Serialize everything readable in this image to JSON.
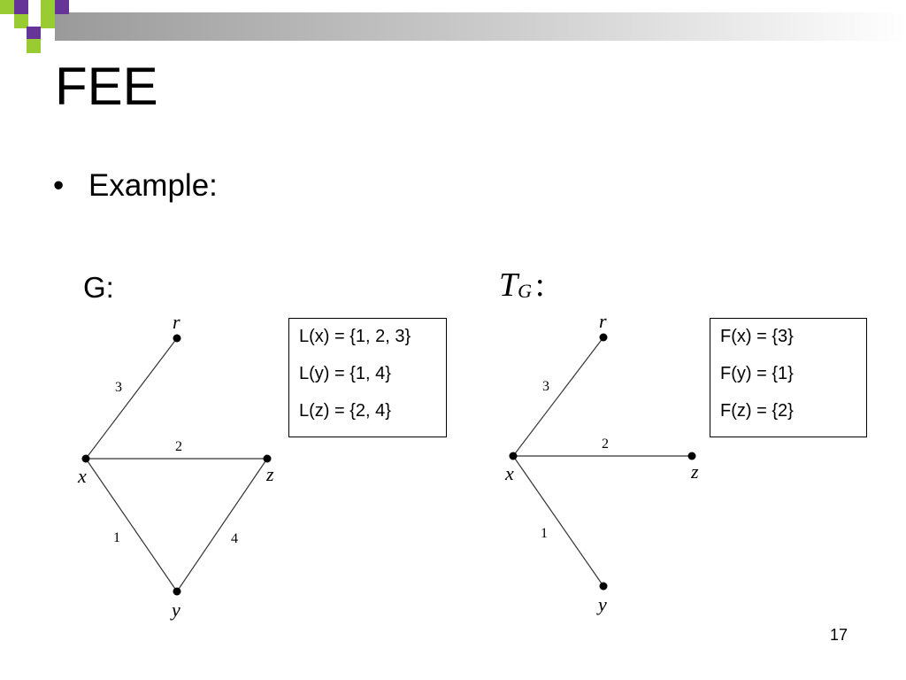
{
  "slide": {
    "title": "FEE",
    "bullet": "Example:",
    "page_number": "17"
  },
  "graph_g": {
    "label": "G:",
    "vertices": [
      "r",
      "x",
      "y",
      "z"
    ],
    "edges": [
      {
        "from": "x",
        "to": "r",
        "label": "3"
      },
      {
        "from": "x",
        "to": "z",
        "label": "2"
      },
      {
        "from": "x",
        "to": "y",
        "label": "1"
      },
      {
        "from": "y",
        "to": "z",
        "label": "4"
      }
    ]
  },
  "graph_tg": {
    "label_main": "T",
    "label_sub": "G",
    "label_colon": ":",
    "vertices": [
      "r",
      "x",
      "y",
      "z"
    ],
    "edges": [
      {
        "from": "x",
        "to": "r",
        "label": "3"
      },
      {
        "from": "x",
        "to": "z",
        "label": "2"
      },
      {
        "from": "x",
        "to": "y",
        "label": "1"
      }
    ]
  },
  "box_l": {
    "lines": [
      "L(x) = {1, 2, 3}",
      "L(y) = {1, 4}",
      "L(z) = {2, 4}"
    ]
  },
  "box_f": {
    "lines": [
      "F(x) = {3}",
      "F(y) = {1}",
      "F(z) = {2}"
    ]
  },
  "colors": {
    "accent_green": "#99cc33",
    "accent_purple": "#663399",
    "bar_gray": "#b5b5b5"
  }
}
